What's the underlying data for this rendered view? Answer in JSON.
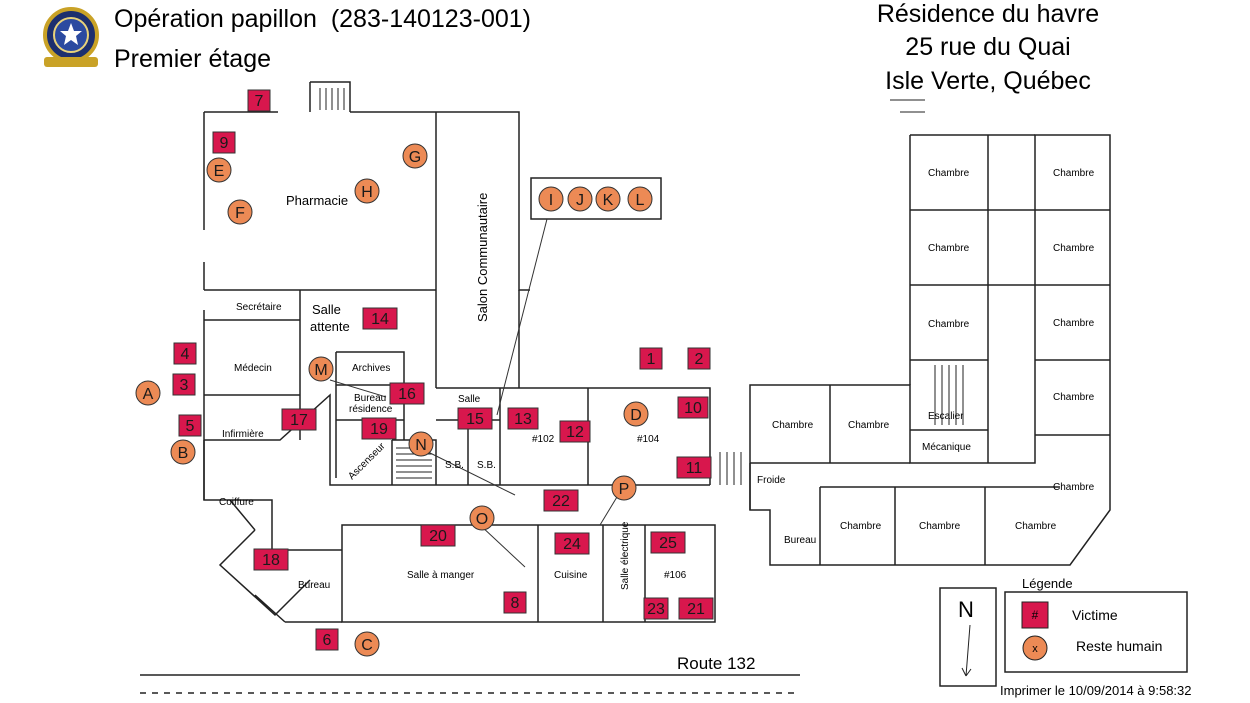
{
  "header": {
    "title": "Opération papillon",
    "case_number": "(283-140123-001)",
    "floor": "Premier étage"
  },
  "address": {
    "line1": "Résidence du havre",
    "line2": "25 rue du Quai",
    "line3": "Isle Verte, Québec"
  },
  "rooms": {
    "pharmacie": "Pharmacie",
    "salon": "Salon Communautaire",
    "secretaire": "Secrétaire",
    "salle_attente_1": "Salle",
    "salle_attente_2": "attente",
    "medecin": "Médecin",
    "archives": "Archives",
    "bureau_residence_1": "Bureau",
    "bureau_residence_2": "résidence",
    "infirmiere": "Infirmière",
    "coiffure": "Coiffure",
    "ascenseur": "Ascenseur",
    "salle_small": "Salle",
    "sb1": "S.B.",
    "sb2": "S.B.",
    "room102": "#102",
    "room104": "#104",
    "room106": "#106",
    "salle_manger": "Salle à manger",
    "cuisine": "Cuisine",
    "salle_electrique": "Salle électrique",
    "bureau_sw": "Bureau",
    "bureau_e": "Bureau",
    "froide": "Froide",
    "escalier": "Escalier",
    "mecanique": "Mécanique",
    "chambre": "Chambre",
    "route": "Route 132"
  },
  "victims": [
    "1",
    "2",
    "4",
    "3",
    "5",
    "6",
    "7",
    "8",
    "9",
    "10",
    "11",
    "12",
    "13",
    "14",
    "15",
    "16",
    "17",
    "18",
    "19",
    "20",
    "21",
    "22",
    "23",
    "24",
    "25"
  ],
  "remains": [
    "A",
    "B",
    "C",
    "D",
    "E",
    "F",
    "G",
    "H",
    "I",
    "J",
    "K",
    "L",
    "M",
    "N",
    "O",
    "P"
  ],
  "legend": {
    "title": "Légende",
    "victim_symbol": "#",
    "victim_label": "Victime",
    "remains_symbol": "x",
    "remains_label": "Reste humain",
    "north": "N"
  },
  "footer": {
    "printed": "Imprimer le 10/09/2014 à 9:58:32"
  },
  "colors": {
    "victim_fill": "#d8174d",
    "remains_fill": "#ec8a55",
    "line": "#222222"
  }
}
